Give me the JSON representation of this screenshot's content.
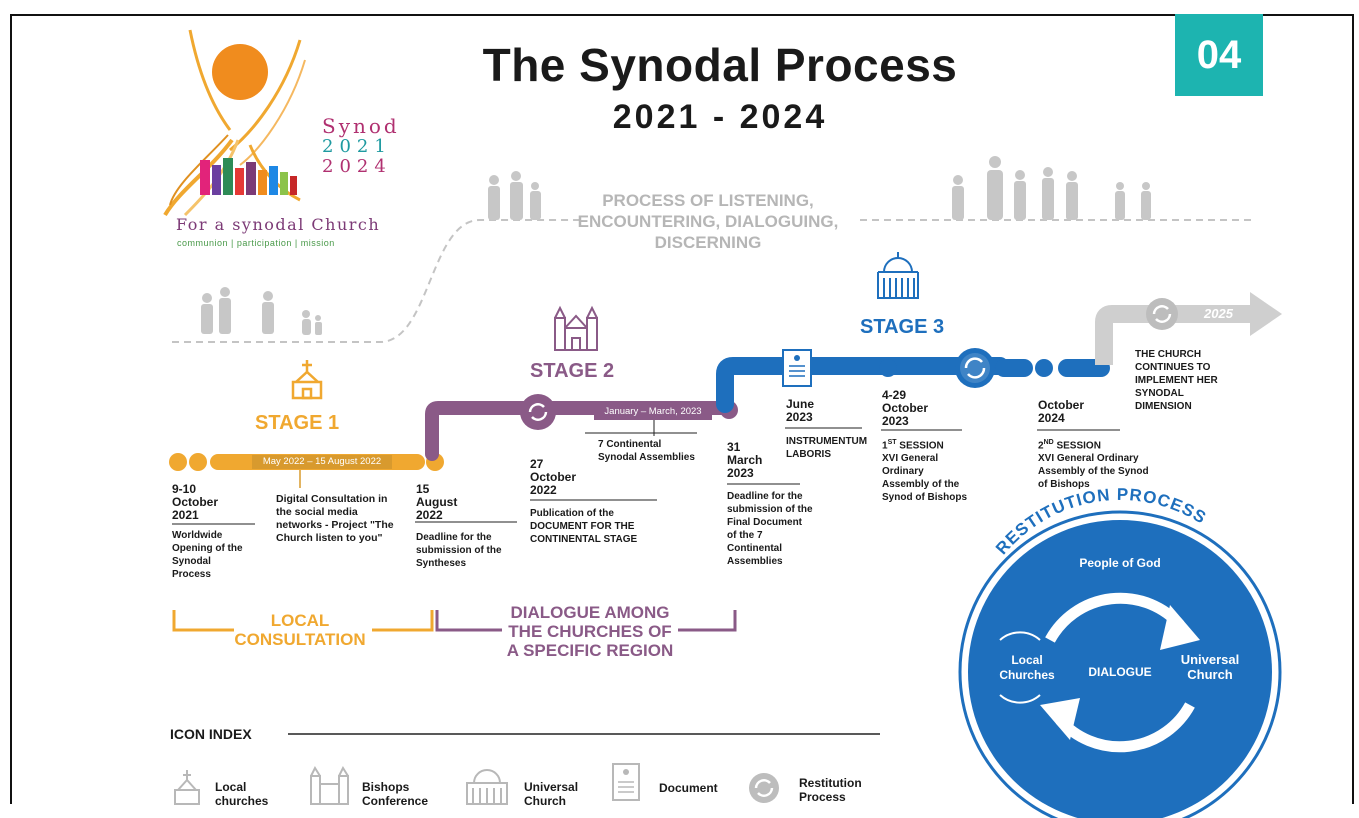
{
  "header": {
    "title": "The Synodal Process",
    "subtitle": "2021 - 2024",
    "badge": "04"
  },
  "logo": {
    "word": "Synod",
    "year1": "2021",
    "year2": "2024",
    "tagline": "For a synodal Church",
    "values": "communion | participation | mission"
  },
  "process_heading": [
    "PROCESS OF LISTENING,",
    "ENCOUNTERING, DIALOGUING,",
    "DISCERNING"
  ],
  "stages": {
    "stage1": "STAGE 1",
    "stage2": "STAGE 2",
    "stage3": "STAGE 3"
  },
  "bars": {
    "stage1_range": "May 2022 – 15 August 2022",
    "stage2_range": "January – March, 2023"
  },
  "milestones": {
    "m1_date": [
      "9-10",
      "October",
      "2021"
    ],
    "m1_text": [
      "Worldwide",
      "Opening of the",
      "Synodal",
      "Process"
    ],
    "m2_text": [
      "Digital Consultation in",
      "the social media",
      "networks - Project \"The",
      "Church listen to you\""
    ],
    "m3_date": [
      "15",
      "August",
      "2022"
    ],
    "m3_text": [
      "Deadline for the",
      "submission of the",
      "Syntheses"
    ],
    "m4_date": [
      "27",
      "October",
      "2022"
    ],
    "m4_text": [
      "Publication of the",
      "DOCUMENT FOR THE",
      "CONTINENTAL STAGE"
    ],
    "m5_text": [
      "7 Continental",
      "Synodal Assemblies"
    ],
    "m6_date": [
      "31",
      "March",
      "2023"
    ],
    "m6_text": [
      "Deadline for the",
      "submission of the",
      "Final Document",
      "of the 7",
      "Continental",
      "Assemblies"
    ],
    "m7_date": [
      "June",
      "2023"
    ],
    "m7_text": [
      "INSTRUMENTUM",
      "LABORIS"
    ],
    "m8_date": [
      "4-29",
      "October",
      "2023"
    ],
    "m8_sup": "ST",
    "m8_text": [
      "1",
      " SESSION",
      "XVI General",
      "Ordinary",
      "Assembly of the",
      "Synod of Bishops"
    ],
    "m9_date": [
      "October",
      "2024"
    ],
    "m9_sup": "ND",
    "m9_text": [
      "2",
      " SESSION",
      "XVI General Ordinary",
      "Assembly of the Synod",
      "of Bishops"
    ],
    "m10_text": [
      "THE CHURCH",
      "CONTINUES TO",
      "IMPLEMENT HER",
      "SYNODAL",
      "DIMENSION"
    ],
    "arrow_year": "2025"
  },
  "phases": {
    "local": [
      "LOCAL",
      "CONSULTATION"
    ],
    "dialogue": [
      "DIALOGUE AMONG",
      "THE CHURCHES OF",
      "A SPECIFIC REGION"
    ]
  },
  "restitution": {
    "title": "RESTITUTION PROCESS",
    "top": "People of God",
    "left": [
      "Local",
      "Churches"
    ],
    "center": "DIALOGUE",
    "right": [
      "Universal",
      "Church"
    ]
  },
  "icon_index": {
    "heading": "ICON INDEX",
    "items": [
      {
        "icon": "chapel-icon",
        "label": [
          "Local",
          "churches"
        ]
      },
      {
        "icon": "cathedral-icon",
        "label": [
          "Bishops",
          "Conference"
        ]
      },
      {
        "icon": "basilica-icon",
        "label": [
          "Universal",
          "Church"
        ]
      },
      {
        "icon": "document-icon",
        "label": [
          "Document"
        ]
      },
      {
        "icon": "restitution-icon",
        "label": [
          "Restitution",
          "Process"
        ]
      }
    ]
  },
  "colors": {
    "stage1": "#f0a830",
    "stage2": "#8a5a87",
    "stage3": "#1e6fbd",
    "gray": "#bdbdbd",
    "badge": "#1db4b0"
  }
}
